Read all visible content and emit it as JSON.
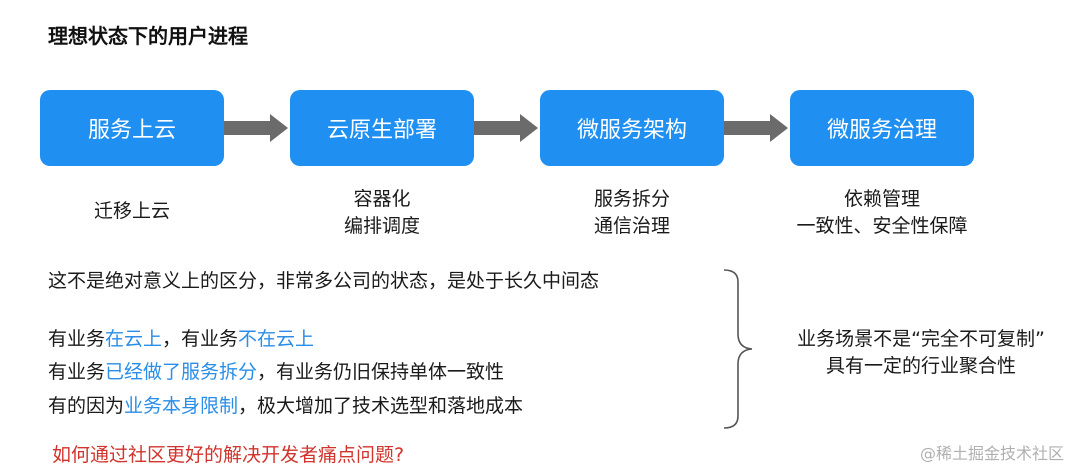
{
  "title": "理想状态下的用户进程",
  "steps": [
    {
      "label": "服务上云",
      "desc": [
        "迁移上云"
      ]
    },
    {
      "label": "云原生部署",
      "desc": [
        "容器化",
        "编排调度"
      ]
    },
    {
      "label": "微服务架构",
      "desc": [
        "服务拆分",
        "通信治理"
      ]
    },
    {
      "label": "微服务治理",
      "desc": [
        "依赖管理",
        "一致性、安全性保障"
      ]
    }
  ],
  "statement": "这不是绝对意义上的区分，非常多公司的状态，是处于长久中间态",
  "lines": [
    {
      "parts": [
        {
          "text": "有业务",
          "hl": false
        },
        {
          "text": "在云上",
          "hl": true
        },
        {
          "text": "，有业务",
          "hl": false
        },
        {
          "text": "不在云上",
          "hl": true
        }
      ]
    },
    {
      "parts": [
        {
          "text": "有业务",
          "hl": false
        },
        {
          "text": "已经做了服务拆分",
          "hl": true
        },
        {
          "text": "，有业务仍旧保持单体一致性",
          "hl": false
        }
      ]
    },
    {
      "parts": [
        {
          "text": "有的因为",
          "hl": false
        },
        {
          "text": "业务本身限制",
          "hl": true
        },
        {
          "text": "，极大增加了技术选型和落地成本",
          "hl": false
        }
      ]
    }
  ],
  "conclusion": [
    "业务场景不是“完全不可复制”",
    "具有一定的行业聚合性"
  ],
  "question": "如何通过社区更好的解决开发者痛点问题?",
  "watermark": "@稀土掘金技术社区",
  "colors": {
    "box": "#1f8ff2",
    "highlight": "#2a8ee8",
    "question": "#d0342c",
    "arrow": "#6b6b6b"
  }
}
